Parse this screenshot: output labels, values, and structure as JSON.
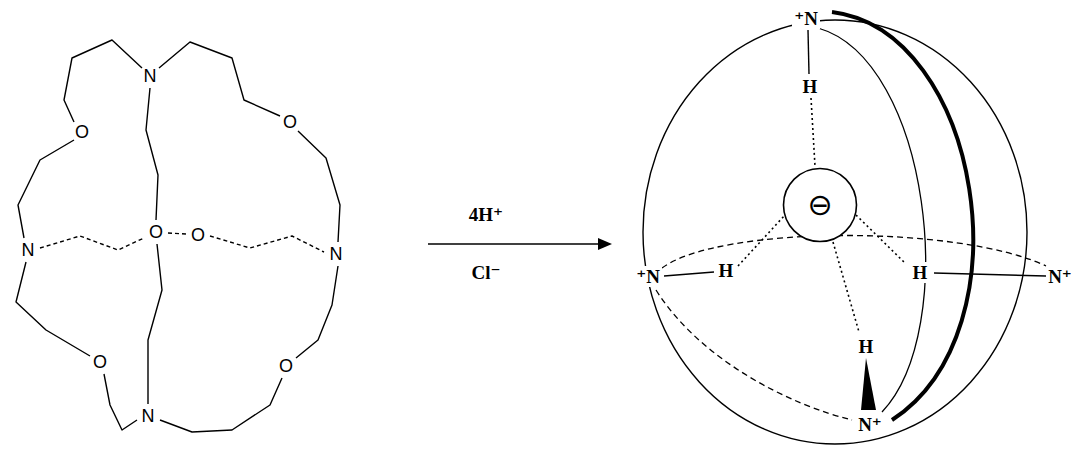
{
  "diagram": {
    "nodes": [
      {
        "text": [
          "⊖"
        ]
      }
    ],
    "labels": [
      "N",
      "O",
      "O",
      "N",
      "O",
      "O",
      "N",
      "O",
      "O",
      "N",
      "4H⁺",
      "Cl⁻",
      "⁺N",
      "H",
      "⁺N",
      "H",
      "H",
      "N⁺",
      "H",
      "N⁺"
    ]
  }
}
